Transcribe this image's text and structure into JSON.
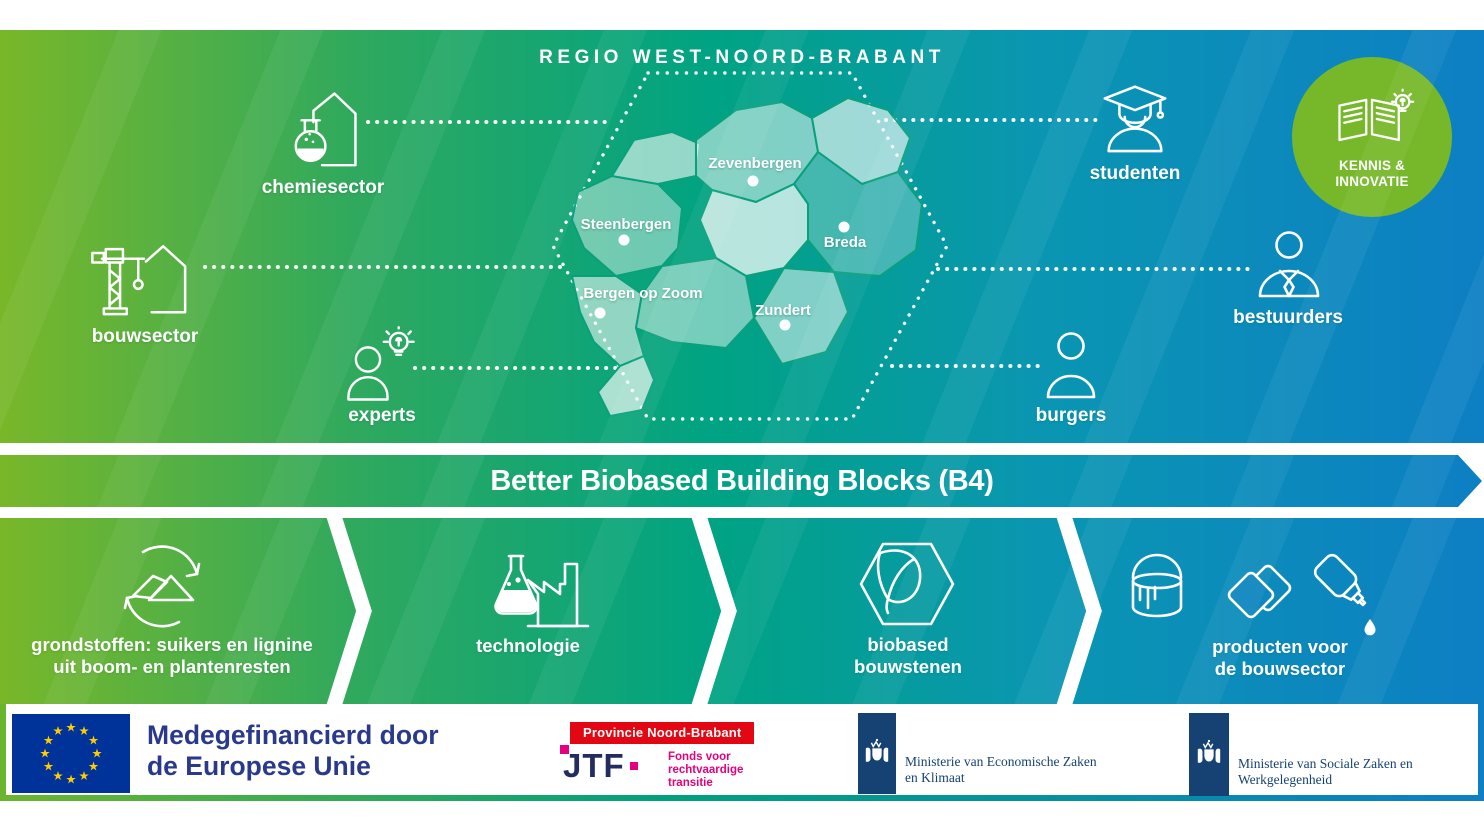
{
  "region": {
    "title": "REGIO WEST-NOORD-BRABANT"
  },
  "stakeholders": {
    "left": [
      {
        "label": "chemiesector",
        "icon": "house-flask-icon"
      },
      {
        "label": "bouwsector",
        "icon": "crane-house-icon"
      },
      {
        "label": "experts",
        "icon": "person-lightbulb-icon"
      }
    ],
    "right": [
      {
        "label": "studenten",
        "icon": "graduate-icon"
      },
      {
        "label": "bestuurders",
        "icon": "person-tie-icon"
      },
      {
        "label": "burgers",
        "icon": "person-icon"
      }
    ]
  },
  "knowledge_badge": {
    "line1": "KENNIS &",
    "line2": "INNOVATIE",
    "icon": "open-book-lightbulb-icon",
    "color": "#76b82a"
  },
  "map": {
    "cities": [
      {
        "name": "Zevenbergen"
      },
      {
        "name": "Steenbergen"
      },
      {
        "name": "Breda"
      },
      {
        "name": "Bergen op Zoom"
      },
      {
        "name": "Zundert"
      }
    ]
  },
  "banner": {
    "title": "Better Biobased Building Blocks (B4)"
  },
  "process": {
    "steps": [
      {
        "lines": [
          "grondstoffen: suikers en lignine",
          "uit boom- en plantenresten"
        ],
        "icon": "recycling-materials-icon"
      },
      {
        "lines": [
          "technologie"
        ],
        "icon": "flask-factory-icon"
      },
      {
        "lines": [
          "biobased",
          "bouwstenen"
        ],
        "icon": "hexagon-leaf-icon"
      },
      {
        "lines": [
          "producten voor",
          "de bouwsector"
        ],
        "icons": [
          "paint-bucket-icon",
          "insulation-panels-icon",
          "glue-bottle-icon"
        ]
      }
    ]
  },
  "footer": {
    "eu": {
      "line1": "Medegefinancierd door",
      "line2": "de Europese Unie"
    },
    "province": {
      "label": "Provincie Noord-Brabant"
    },
    "jtf": {
      "acronym": "JTF",
      "tagline": [
        "Fonds voor",
        "rechtvaardige",
        "transitie"
      ]
    },
    "ministries": [
      {
        "lines": [
          "Ministerie van Economische Zaken",
          "en Klimaat"
        ]
      },
      {
        "lines": [
          "Ministerie van Sociale Zaken en",
          "Werkgelegenheid"
        ]
      }
    ]
  },
  "colors": {
    "gradient_green": "#76b82a",
    "gradient_teal": "#00a384",
    "gradient_blue": "#0d7fc4",
    "eu_flag_blue": "#003399",
    "eu_star_yellow": "#ffcc00",
    "eu_text_blue": "#293a8d",
    "province_red": "#e30613",
    "jtf_navy": "#232c5e",
    "jtf_magenta": "#e5007d",
    "rijksoverheid_blue": "#154273"
  }
}
